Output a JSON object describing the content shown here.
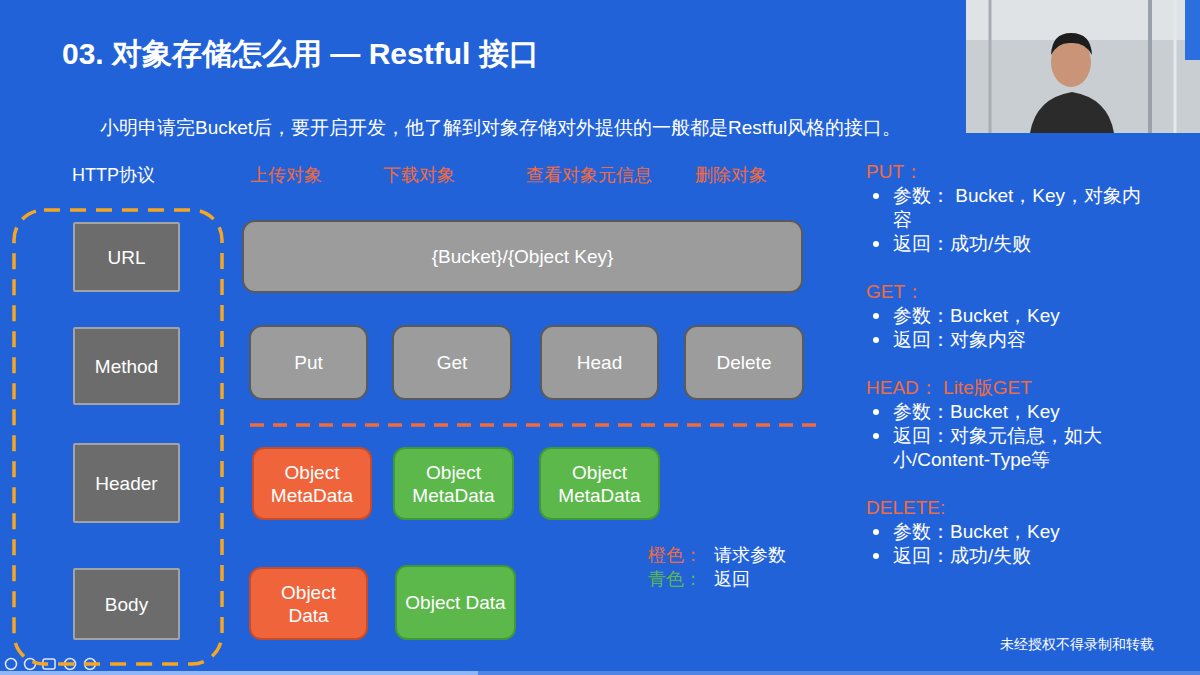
{
  "diagram": {
    "title": "03. 对象存储怎么用 — Restful 接口",
    "nodes": [
      {
        "text": [
          "HTTP协议"
        ]
      },
      {
        "text": [
          "URL"
        ],
        "in": 0
      },
      {
        "text": [
          "Method"
        ],
        "in": 0
      },
      {
        "text": [
          "Header"
        ],
        "in": 0
      },
      {
        "text": [
          "Body"
        ],
        "in": 0
      },
      {
        "text": [
          "{Bucket}/{Object Key}"
        ]
      },
      {
        "text": [
          "Put"
        ]
      },
      {
        "text": [
          "Get"
        ]
      },
      {
        "text": [
          "Head"
        ]
      },
      {
        "text": [
          "Delete"
        ]
      },
      {
        "text": [
          "Object MetaData"
        ]
      },
      {
        "text": [
          "Object MetaData"
        ]
      },
      {
        "text": [
          "Object MetaData"
        ]
      },
      {
        "text": [
          "Object Data"
        ]
      },
      {
        "text": [
          "Object Data"
        ]
      }
    ],
    "labels": [
      "小明申请完Bucket后，要开启开发，他了解到对象存储对外提供的一般都是Restful风格的接口。",
      "上传对象",
      "下载对象",
      "查看对象元信息",
      "删除对象",
      "PUT：",
      "参数： Bucket，Key，对象内容",
      "返回：成功/失败",
      "GET：",
      "参数：Bucket，Key",
      "返回：对象内容",
      "HEAD： Lite版GET",
      "参数：Bucket，Key",
      "返回：对象元信息，如大小/Content-Type等",
      "DELETE:",
      "参数：Bucket，Key",
      "返回：成功/失败",
      "橙色：",
      "青色：",
      "未经授权不得录制和转载"
    ],
    "legend": [
      {
        "text": "请求参数",
        "color": "#f26b3c"
      },
      {
        "text": "返回",
        "color": "#5db84c"
      }
    ]
  }
}
